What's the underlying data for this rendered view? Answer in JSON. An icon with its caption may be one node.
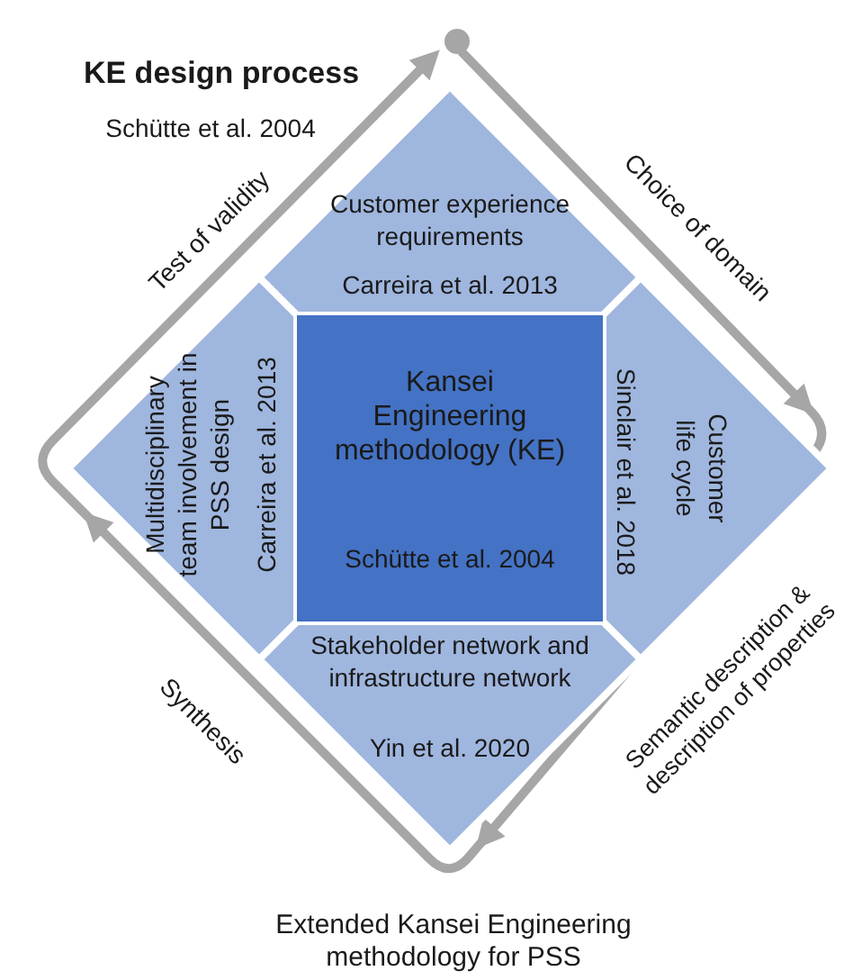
{
  "diagram": {
    "title": "KE design process",
    "caption": "Extended Kansei Engineering methodology for PSS",
    "nodes": [
      {
        "text": [
          "Kansei Engineering methodology (KE)",
          "Schütte et al. 2004"
        ]
      },
      {
        "text": [
          "Customer experience requirements",
          "Carreira et al. 2013"
        ]
      },
      {
        "text": [
          "Customer life cycle",
          "Sinclair et al. 2018"
        ]
      },
      {
        "text": [
          "Stakeholder network and infrastructure network",
          "Yin et al. 2020"
        ]
      },
      {
        "text": [
          "Multidisciplinary team involvement in PSS design",
          "Carreira et al. 2013"
        ]
      }
    ],
    "labels": [
      "Schütte et al. 2004",
      "Choice of domain",
      "Semantic description & description of properties",
      "Synthesis",
      "Test of validity"
    ]
  }
}
